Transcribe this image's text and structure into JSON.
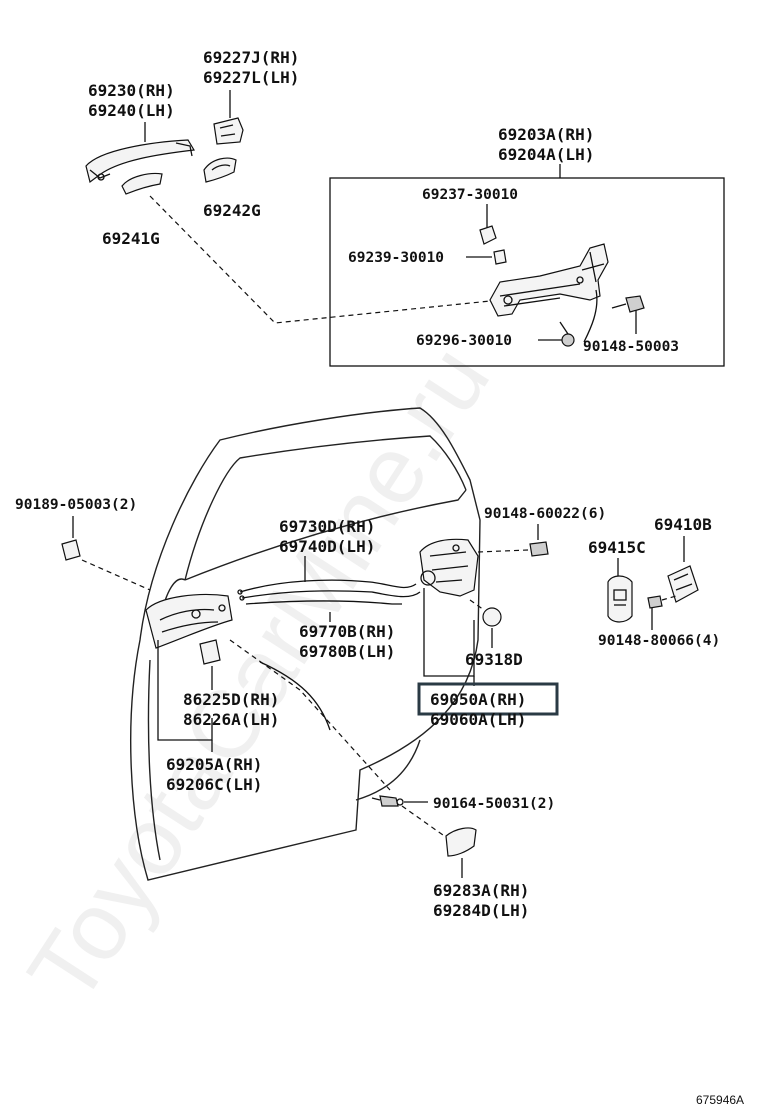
{
  "labels": {
    "p69227": [
      "69227J(RH)",
      "69227L(LH)"
    ],
    "p69230": [
      "69230(RH)",
      "69240(LH)"
    ],
    "p69242": "69242G",
    "p69241": "69241G",
    "p69203": [
      "69203A(RH)",
      "69204A(LH)"
    ],
    "p69237": "69237-30010",
    "p69239": "69239-30010",
    "p69296": "69296-30010",
    "p90148_50003": "90148-50003",
    "p90189": "90189-05003(2)",
    "p90148_60022": "90148-60022(6)",
    "p69410": "69410B",
    "p69415": "69415C",
    "p69730": [
      "69730D(RH)",
      "69740D(LH)"
    ],
    "p69770": [
      "69770B(RH)",
      "69780B(LH)"
    ],
    "p69318": "69318D",
    "p90148_80066": "90148-80066(4)",
    "p69050": [
      "69050A(RH)",
      "69060A(LH)"
    ],
    "p86225": [
      "86225D(RH)",
      "86226A(LH)"
    ],
    "p69205": [
      "69205A(RH)",
      "69206C(LH)"
    ],
    "p90164": "90164-50031(2)",
    "p69283": [
      "69283A(RH)",
      "69284D(LH)"
    ]
  },
  "highlighted_part": "69050A(RH)",
  "diagram_ref": "675946A",
  "watermark": "ToyotaCarMine.ru"
}
